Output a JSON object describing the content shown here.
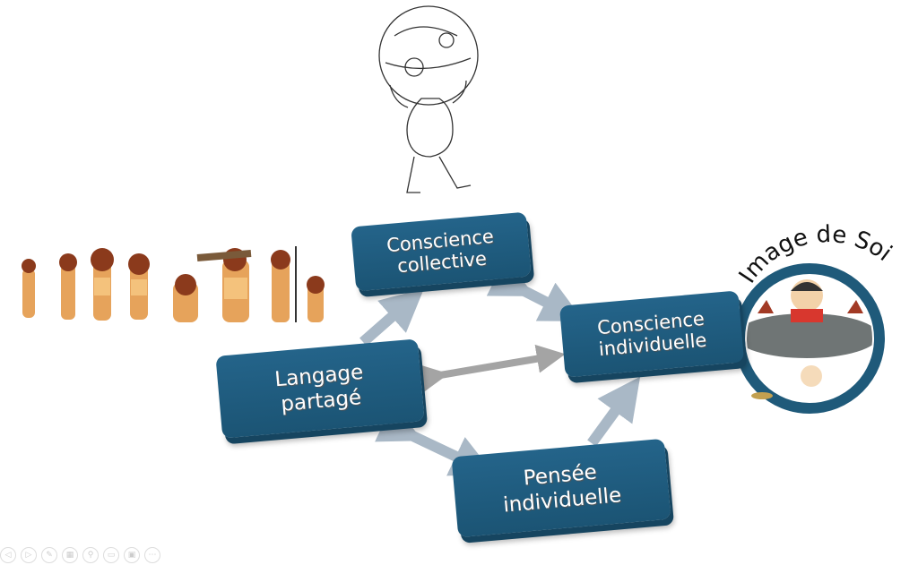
{
  "boxes": {
    "collective": [
      "Conscience",
      "collective"
    ],
    "langage": [
      "Langage",
      "partagé"
    ],
    "individuelle": [
      "Conscience",
      "individuelle"
    ],
    "pensee": [
      "Pensée",
      "individuelle"
    ]
  },
  "self_image_label": "Image de Soi",
  "colors": {
    "box": "#1f5a7a",
    "arrow": "#a9b8c6",
    "ring": "#1f5a7a"
  },
  "toolbar_icons": [
    "previous-icon",
    "next-icon",
    "pen-icon",
    "slides-icon",
    "zoom-icon",
    "subtitles-icon",
    "camera-icon",
    "more-icon"
  ]
}
